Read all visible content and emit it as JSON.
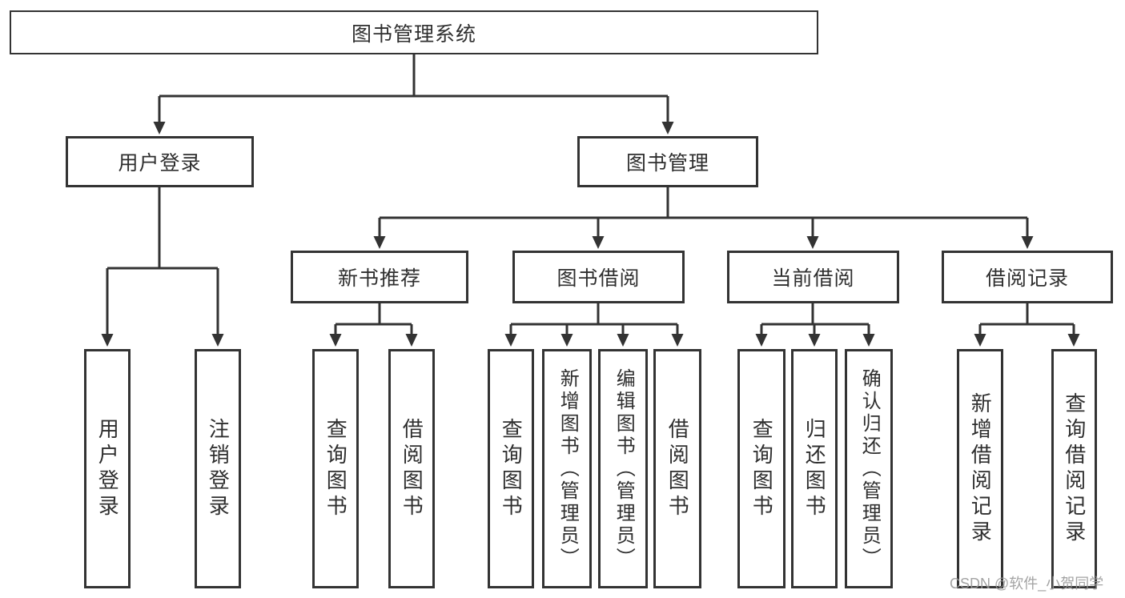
{
  "tree": {
    "label": "图书管理系统",
    "children": [
      {
        "label": "用户登录",
        "children": [
          {
            "label": "用户登录"
          },
          {
            "label": "注销登录"
          }
        ]
      },
      {
        "label": "图书管理",
        "children": [
          {
            "label": "新书推荐",
            "children": [
              {
                "label": "查询图书"
              },
              {
                "label": "借阅图书"
              }
            ]
          },
          {
            "label": "图书借阅",
            "children": [
              {
                "label": "查询图书"
              },
              {
                "label": "新增图书（管理员）"
              },
              {
                "label": "编辑图书（管理员）"
              },
              {
                "label": "借阅图书"
              }
            ]
          },
          {
            "label": "当前借阅",
            "children": [
              {
                "label": "查询图书"
              },
              {
                "label": "归还图书"
              },
              {
                "label": "确认归还（管理员）"
              }
            ]
          },
          {
            "label": "借阅记录",
            "children": [
              {
                "label": "新增借阅记录"
              },
              {
                "label": "查询借阅记录"
              }
            ]
          }
        ]
      }
    ]
  },
  "watermark": {
    "text": "CSDN @软件_小贺同学"
  },
  "colors": {
    "line": "#333333",
    "box_border": "#333333",
    "text": "#2f2f2f",
    "watermark": "#9a9a9a",
    "background": "#ffffff"
  }
}
